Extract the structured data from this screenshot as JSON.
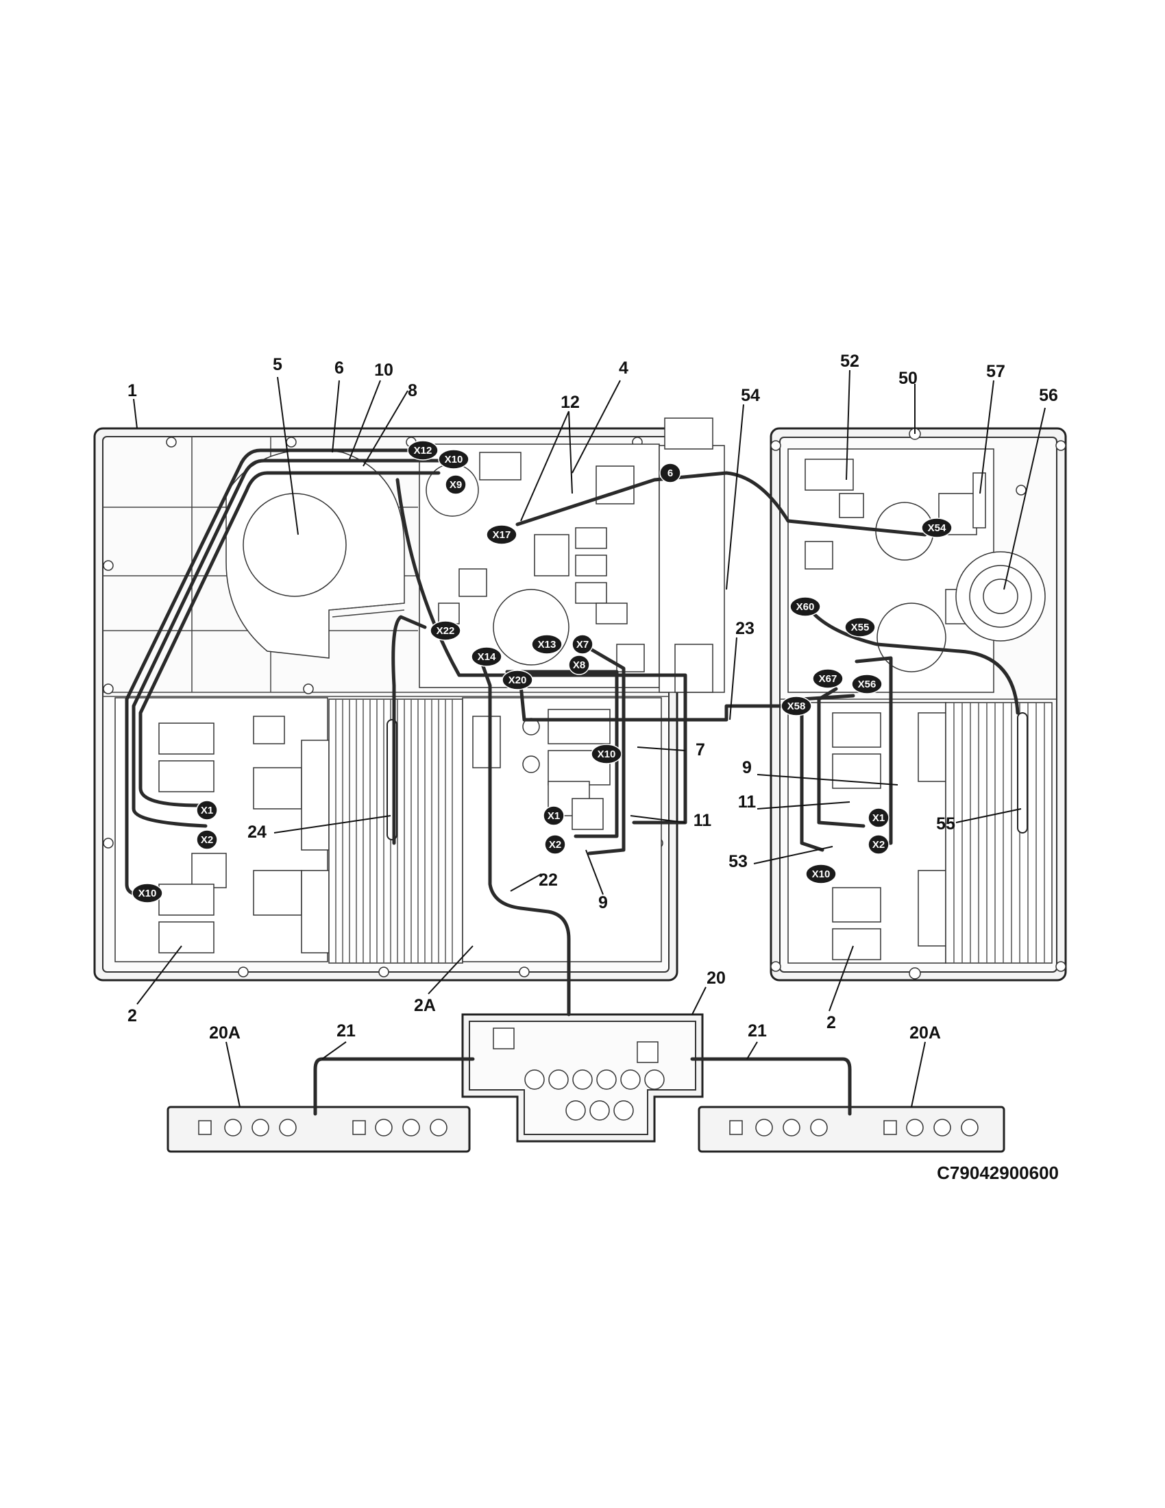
{
  "diagram": {
    "drawing_code": "C79042900600",
    "callouts": [
      {
        "id": "c1",
        "label": "1"
      },
      {
        "id": "c5",
        "label": "5"
      },
      {
        "id": "c6",
        "label": "6"
      },
      {
        "id": "c10",
        "label": "10"
      },
      {
        "id": "c8",
        "label": "8"
      },
      {
        "id": "c12",
        "label": "12"
      },
      {
        "id": "c4",
        "label": "4"
      },
      {
        "id": "c54",
        "label": "54"
      },
      {
        "id": "c52",
        "label": "52"
      },
      {
        "id": "c50",
        "label": "50"
      },
      {
        "id": "c57",
        "label": "57"
      },
      {
        "id": "c56",
        "label": "56"
      },
      {
        "id": "c23",
        "label": "23"
      },
      {
        "id": "c9a",
        "label": "9"
      },
      {
        "id": "c7",
        "label": "7"
      },
      {
        "id": "c11a",
        "label": "11"
      },
      {
        "id": "c11b",
        "label": "11"
      },
      {
        "id": "c24",
        "label": "24"
      },
      {
        "id": "c55",
        "label": "55"
      },
      {
        "id": "c53",
        "label": "53"
      },
      {
        "id": "c22",
        "label": "22"
      },
      {
        "id": "c9b",
        "label": "9"
      },
      {
        "id": "c2a",
        "label": "2"
      },
      {
        "id": "c2A",
        "label": "2A"
      },
      {
        "id": "c20",
        "label": "20"
      },
      {
        "id": "c2b",
        "label": "2"
      },
      {
        "id": "c20Aa",
        "label": "20A"
      },
      {
        "id": "c21a",
        "label": "21"
      },
      {
        "id": "c21b",
        "label": "21"
      },
      {
        "id": "c20Ab",
        "label": "20A"
      }
    ],
    "connectors": [
      {
        "id": "k1",
        "label": "X12"
      },
      {
        "id": "k2",
        "label": "X10"
      },
      {
        "id": "k3",
        "label": "X9"
      },
      {
        "id": "k4",
        "label": "X17"
      },
      {
        "id": "k5",
        "label": "6"
      },
      {
        "id": "k6",
        "label": "X22"
      },
      {
        "id": "k7",
        "label": "X7"
      },
      {
        "id": "k8",
        "label": "X8"
      },
      {
        "id": "k9",
        "label": "X13"
      },
      {
        "id": "k10",
        "label": "X14"
      },
      {
        "id": "k11",
        "label": "X20"
      },
      {
        "id": "k12",
        "label": "X10"
      },
      {
        "id": "k13",
        "label": "X1"
      },
      {
        "id": "k14",
        "label": "X2"
      },
      {
        "id": "k15",
        "label": "X1"
      },
      {
        "id": "k16",
        "label": "X2"
      },
      {
        "id": "k17",
        "label": "X10"
      },
      {
        "id": "k18",
        "label": "X54"
      },
      {
        "id": "k19",
        "label": "X60"
      },
      {
        "id": "k20",
        "label": "X55"
      },
      {
        "id": "k21",
        "label": "X67"
      },
      {
        "id": "k22",
        "label": "X56"
      },
      {
        "id": "k23",
        "label": "X58"
      },
      {
        "id": "k24",
        "label": "X1"
      },
      {
        "id": "k25",
        "label": "X2"
      },
      {
        "id": "k26",
        "label": "X10"
      }
    ]
  }
}
